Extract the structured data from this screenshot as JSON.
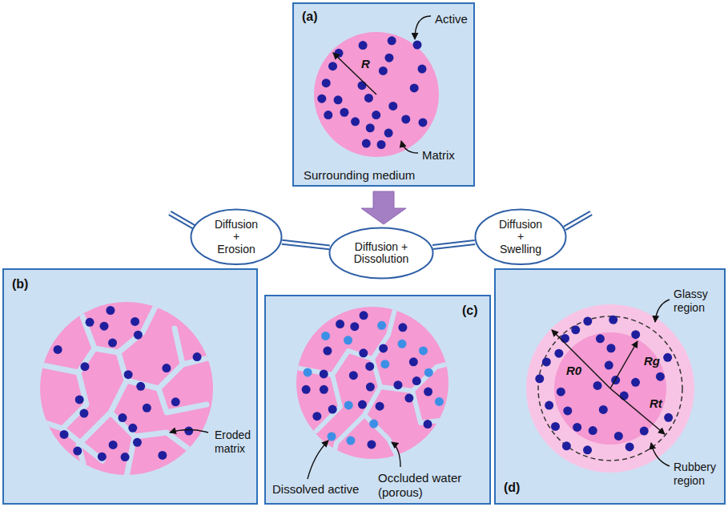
{
  "diagram": {
    "nodes": [
      {
        "text": [
          "(a)",
          "R",
          "Active",
          "Matrix",
          "Surrounding medium"
        ]
      },
      {
        "text": [
          "Diffusion + Erosion"
        ]
      },
      {
        "text": [
          "Diffusion + Dissolution"
        ]
      },
      {
        "text": [
          "Diffusion + Swelling"
        ]
      },
      {
        "text": [
          "(b)",
          "Eroded matrix"
        ]
      },
      {
        "text": [
          "(c)",
          "Occluded water (porous)",
          "Dissolved active"
        ]
      },
      {
        "text": [
          "(d)",
          "R0",
          "Rg",
          "Rt",
          "Glassy region",
          "Rubbery region"
        ]
      }
    ],
    "edges": [
      {
        "from": 0,
        "to": 2,
        "arrow": "to"
      },
      {
        "from": 1,
        "to": 2,
        "arrow": "none"
      },
      {
        "from": 2,
        "to": 3,
        "arrow": "none"
      }
    ]
  }
}
